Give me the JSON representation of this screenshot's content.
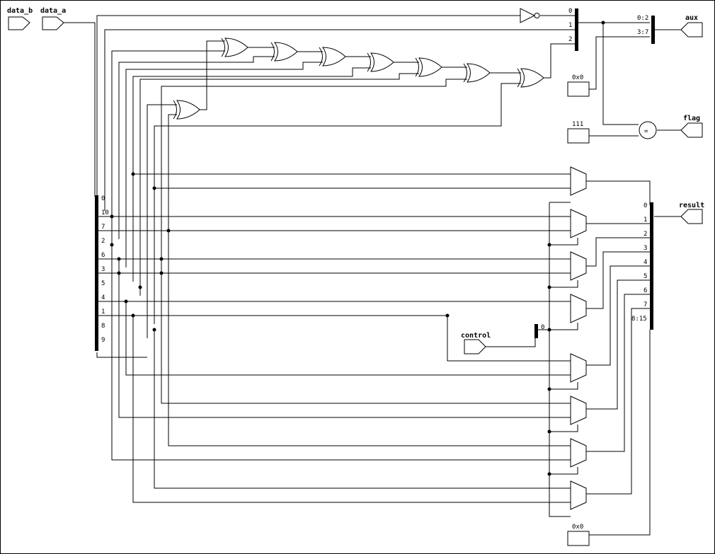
{
  "ports": {
    "data_b": "data_b",
    "data_a": "data_a",
    "aux": "aux",
    "flag": "flag",
    "result": "result",
    "control": "control"
  },
  "constants": {
    "aux_const": "0x0",
    "flag_const": "111",
    "result_const": "0x0"
  },
  "top_split_bits": [
    "0",
    "1",
    "2"
  ],
  "aux_split_bits": [
    "0:2",
    "3:7"
  ],
  "input_split_bits": [
    "0",
    "10",
    "7",
    "2",
    "6",
    "3",
    "5",
    "4",
    "1",
    "8",
    "9"
  ],
  "result_split_bits": [
    "0",
    "1",
    "2",
    "3",
    "4",
    "5",
    "6",
    "7",
    "8:15"
  ],
  "control_split_bits": [
    "0"
  ],
  "eq_symbol": "="
}
